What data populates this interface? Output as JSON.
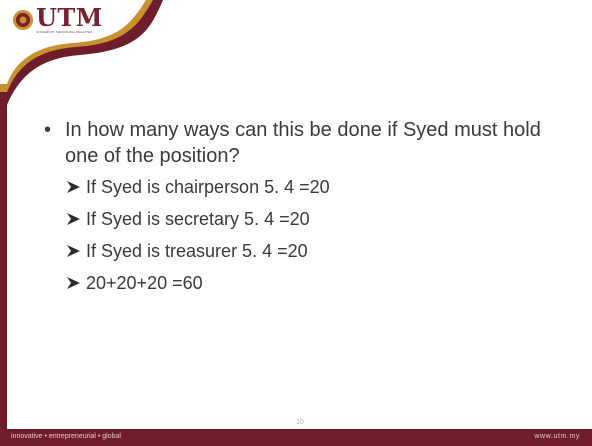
{
  "brand": {
    "wordmark": "UTM",
    "subtitle": "UNIVERSITI TEKNOLOGI MALAYSIA",
    "primary_color": "#6f1d2a",
    "accent_color": "#c9922e"
  },
  "slide": {
    "question": "In how many ways can this be done if Syed must hold one of the position?",
    "sub_items": [
      "If Syed is chairperson 5. 4 =20",
      "If Syed is secretary 5. 4 =20",
      "If Syed is treasurer 5. 4 =20",
      "20+20+20 =60"
    ],
    "page_number": "10"
  },
  "footer": {
    "tagline": "innovative • entrepreneurial • global",
    "website": "www.utm.my"
  }
}
